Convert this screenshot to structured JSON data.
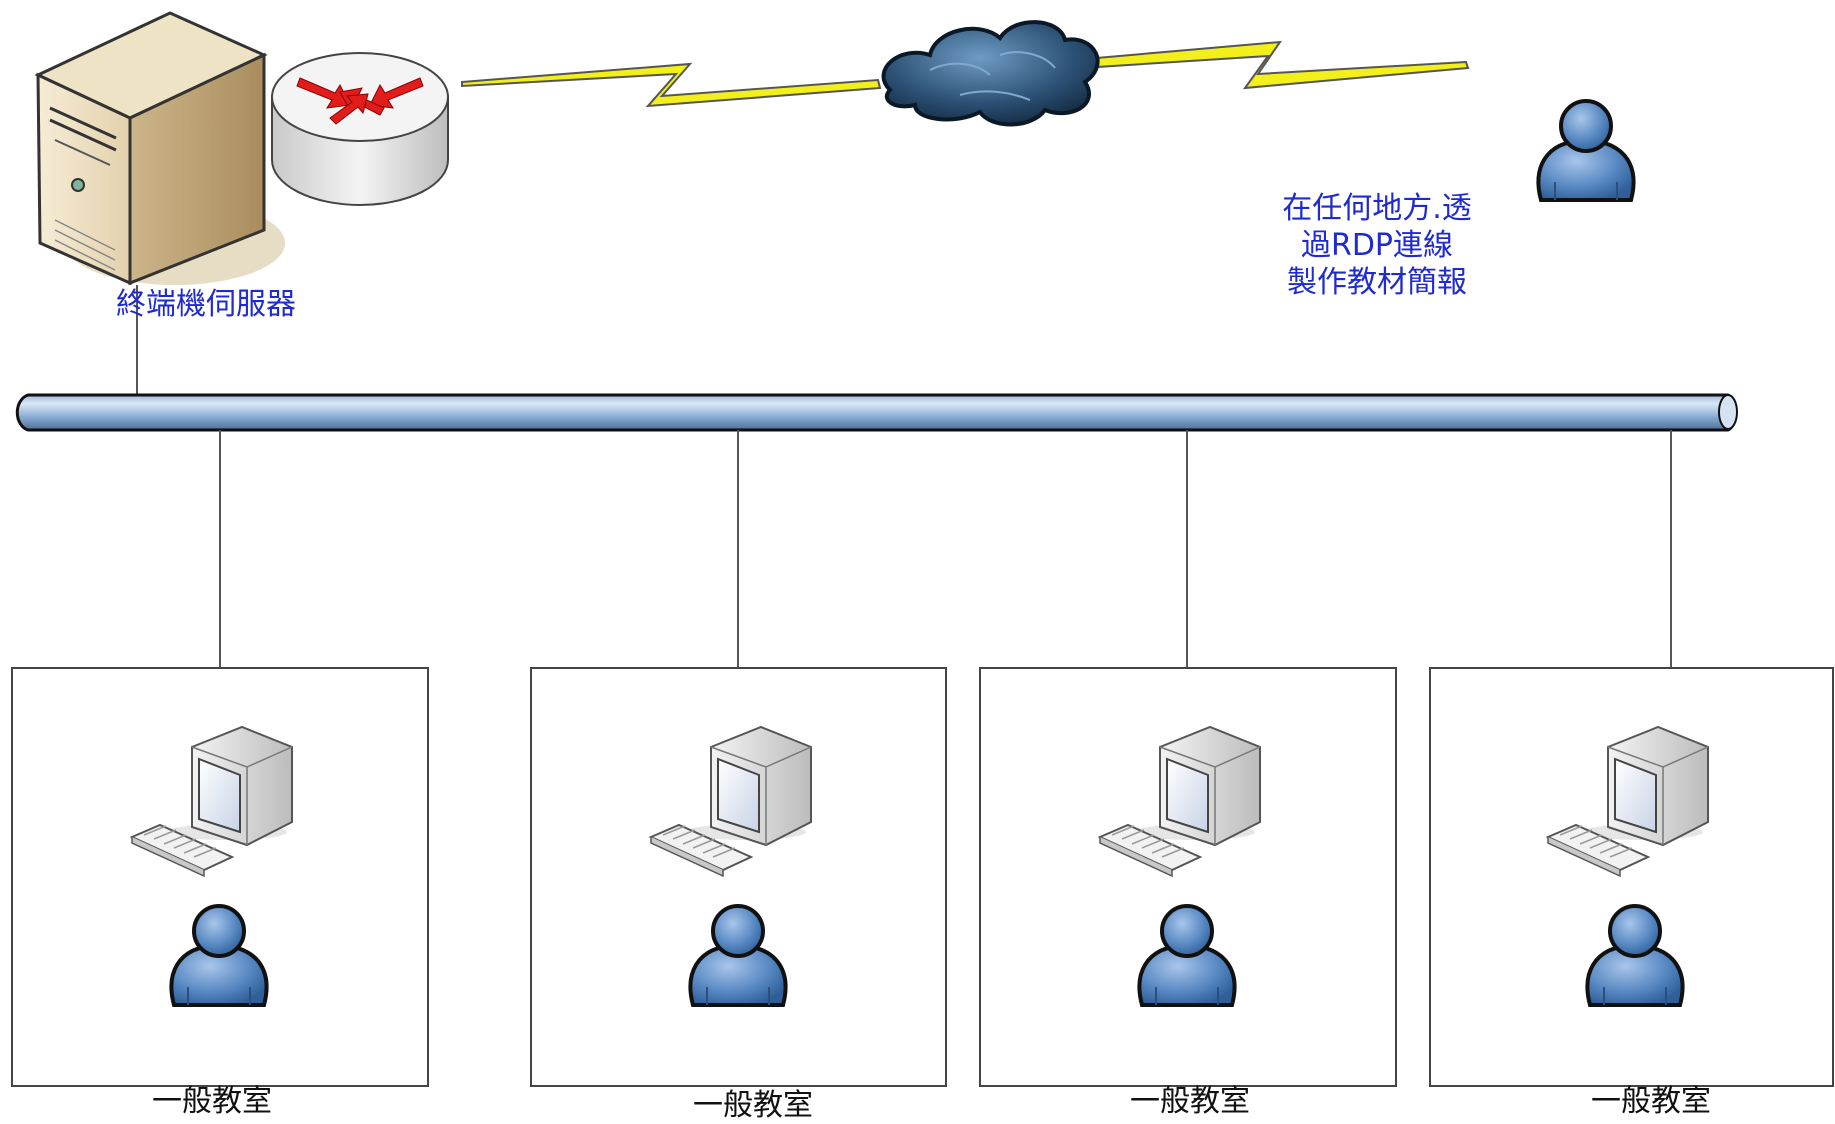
{
  "server": {
    "label": "終端機伺服器",
    "icon": "server-tower-icon"
  },
  "router": {
    "icon": "router-icon"
  },
  "cloud": {
    "icon": "internet-cloud-icon"
  },
  "links": {
    "icon": "lightning-link-icon"
  },
  "remote_user": {
    "icon": "user-icon",
    "label_lines": [
      "在任何地方.透",
      "過RDP連線",
      "製作教材簡報"
    ]
  },
  "backbone": {
    "icon": "network-bus-pipe"
  },
  "classrooms": [
    {
      "label": "一般教室",
      "icons": [
        "computer-icon",
        "keyboard-icon",
        "user-icon"
      ]
    },
    {
      "label": "一般教室",
      "icons": [
        "computer-icon",
        "keyboard-icon",
        "user-icon"
      ]
    },
    {
      "label": "一般教室",
      "icons": [
        "computer-icon",
        "keyboard-icon",
        "user-icon"
      ]
    },
    {
      "label": "一般教室",
      "icons": [
        "computer-icon",
        "keyboard-icon",
        "user-icon"
      ]
    }
  ],
  "colors": {
    "label_blue": "#1f2bd0",
    "pipe_light": "#dbe8f6",
    "pipe_dark": "#5f86b4",
    "user_blue": "#4f7fb8",
    "lightning": "#f2ef1a",
    "router_arrows": "#e21b1b",
    "cloud_dark": "#2b4f73"
  }
}
